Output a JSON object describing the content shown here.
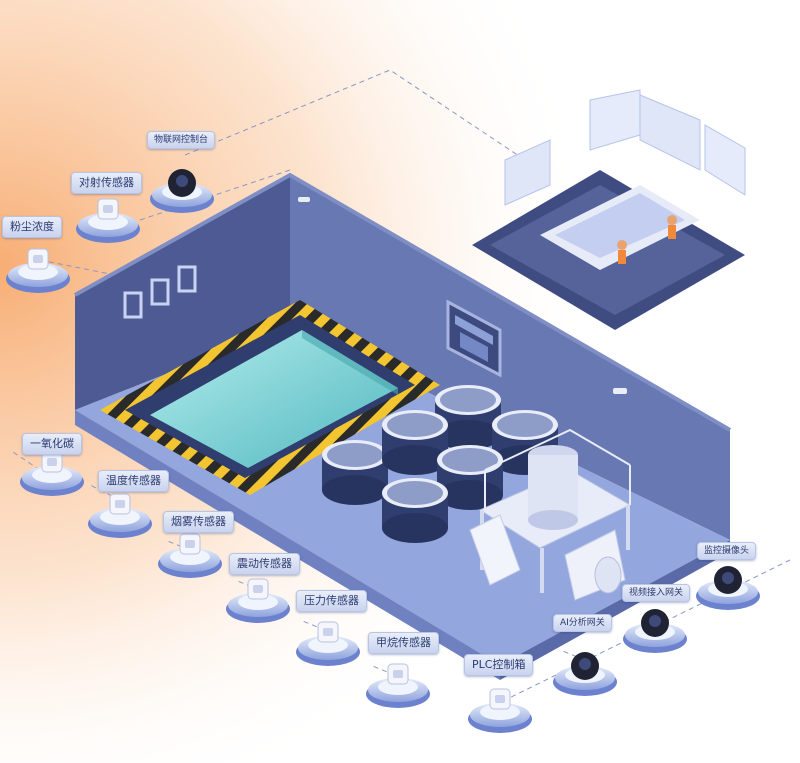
{
  "labels": {
    "iot_console": "物联网控制台",
    "beam_sensor": "对射传感器",
    "dust": "粉尘浓度",
    "co": "一氧化碳",
    "temp": "温度传感器",
    "smoke": "烟雾传感器",
    "vibration": "震动传感器",
    "pressure": "压力传感器",
    "methane": "甲烷传感器",
    "plc": "PLC控制箱",
    "ai_gateway": "AI分析网关",
    "video_gateway": "视频接入网关",
    "camera": "监控摄像头"
  },
  "colors": {
    "bg_orange": "#f7b98a",
    "wall_dark": "#4d5a93",
    "wall_mid": "#6878b3",
    "floor": "#93a6dd",
    "pool_water": "#7dd3d6",
    "hazard_yellow": "#f2c531",
    "hazard_black": "#2a2a2a",
    "tank_top": "#8e9cc8",
    "tank_body": "#2f3e6f",
    "dash_line": "#8a96c4"
  }
}
